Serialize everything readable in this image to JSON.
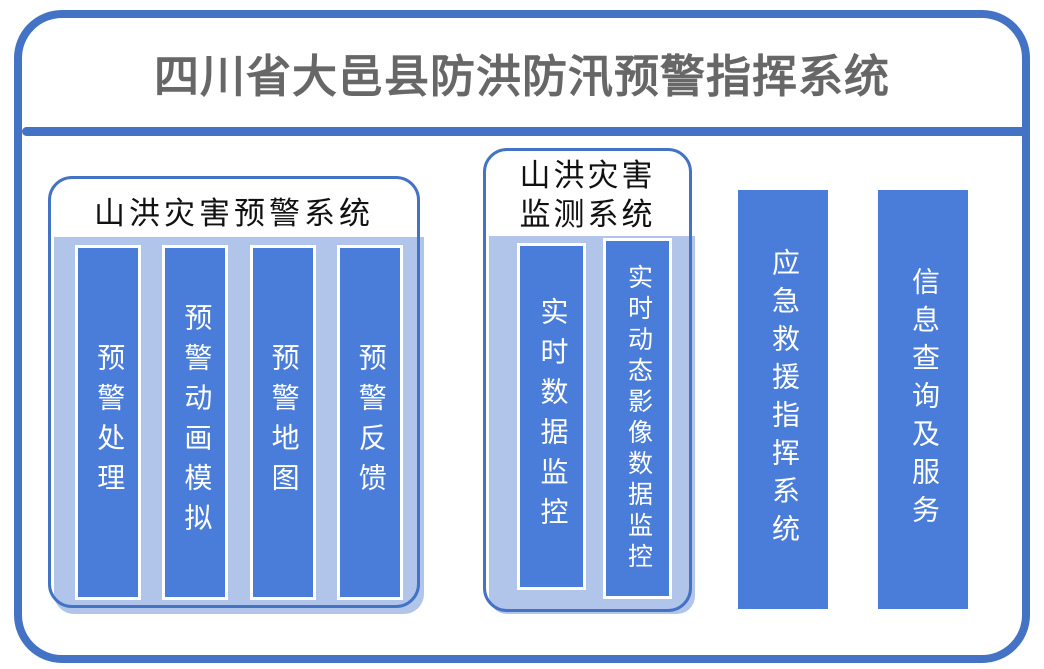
{
  "title": "四川省大邑县防洪防汛预警指挥系统",
  "groups": [
    {
      "header": "山洪灾害预警系统",
      "modules": [
        "预警处理",
        "预警动画模拟",
        "预警地图",
        "预警反馈"
      ]
    },
    {
      "header": "山洪灾害监测系统",
      "header_lines": [
        "山洪灾害",
        "监测系统"
      ],
      "modules": [
        "实时数据监控",
        "实时动态影像数据监控"
      ]
    }
  ],
  "standalone_modules": [
    "应急救援指挥系统",
    "信息查询及服务"
  ],
  "colors": {
    "frame_blue": "#4472C4",
    "bar_blue": "#4A7CD9",
    "panel_light_blue": "#B1C5EB",
    "title_gray": "#676767",
    "bar_text": "#FFFFFF"
  }
}
